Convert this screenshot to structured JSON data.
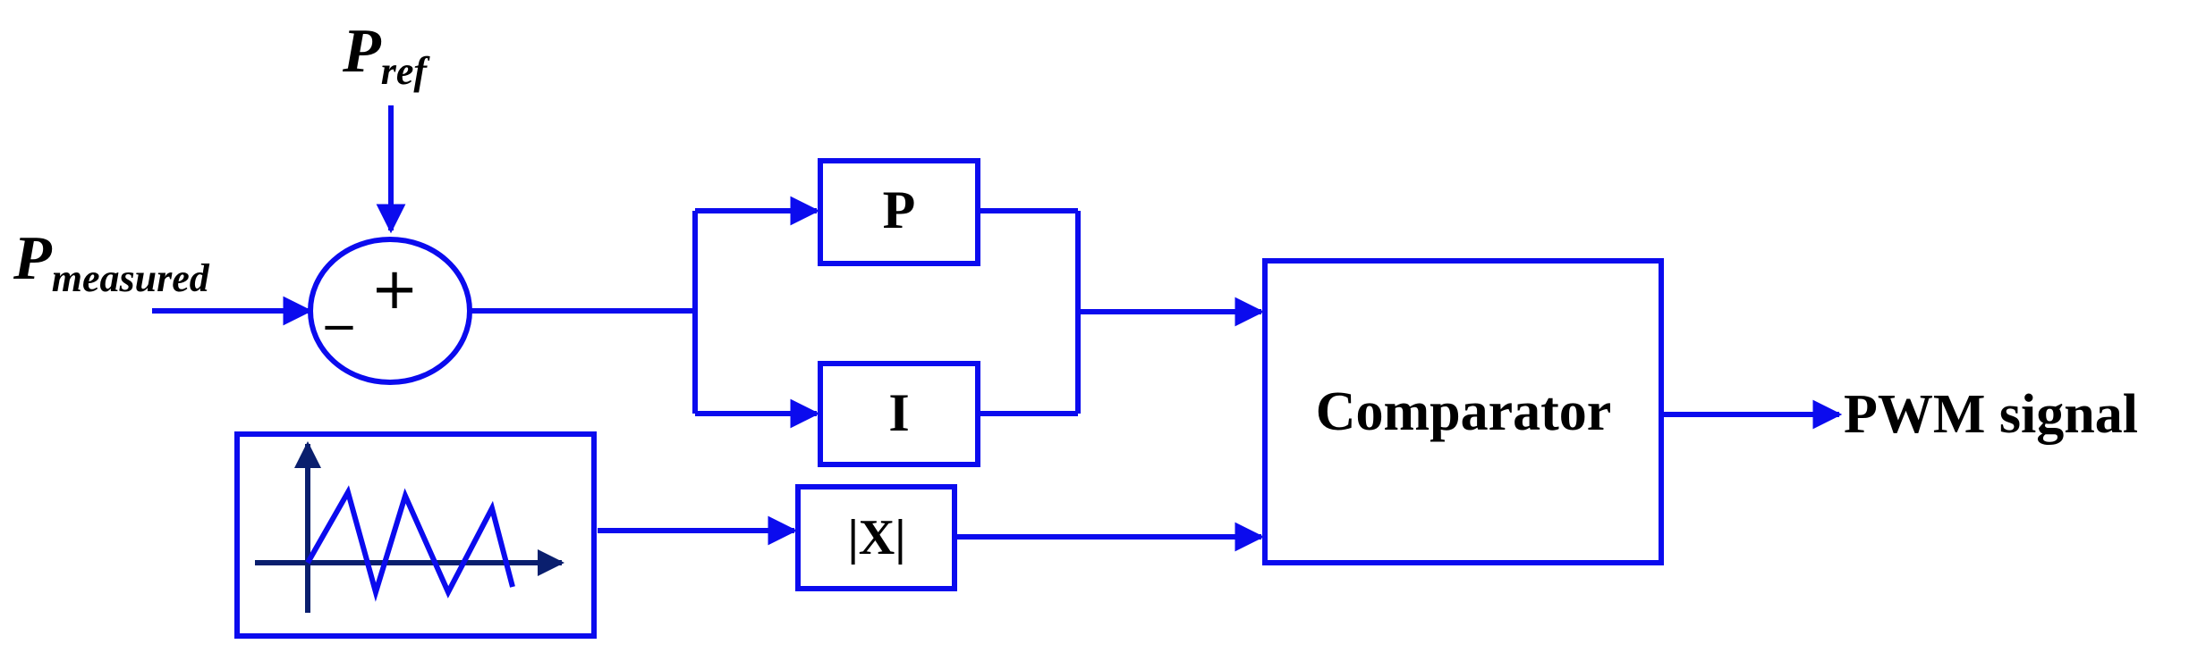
{
  "colors": {
    "line": "#0b0bee",
    "text": "#000000",
    "axis": "#0a1f6e",
    "background": "#ffffff"
  },
  "inputs": {
    "p_ref": {
      "symbol": "P",
      "subscript": "ref"
    },
    "p_measured": {
      "symbol": "P",
      "subscript": "measured"
    }
  },
  "summing_junction": {
    "plus_sign": "+",
    "minus_sign": "_"
  },
  "blocks": {
    "proportional": "P",
    "integral": "I",
    "absolute_value": "|X|",
    "comparator": "Comparator"
  },
  "output": {
    "label": "PWM signal"
  },
  "carrier_generator": {
    "waveform": "triangle-wave-icon"
  }
}
